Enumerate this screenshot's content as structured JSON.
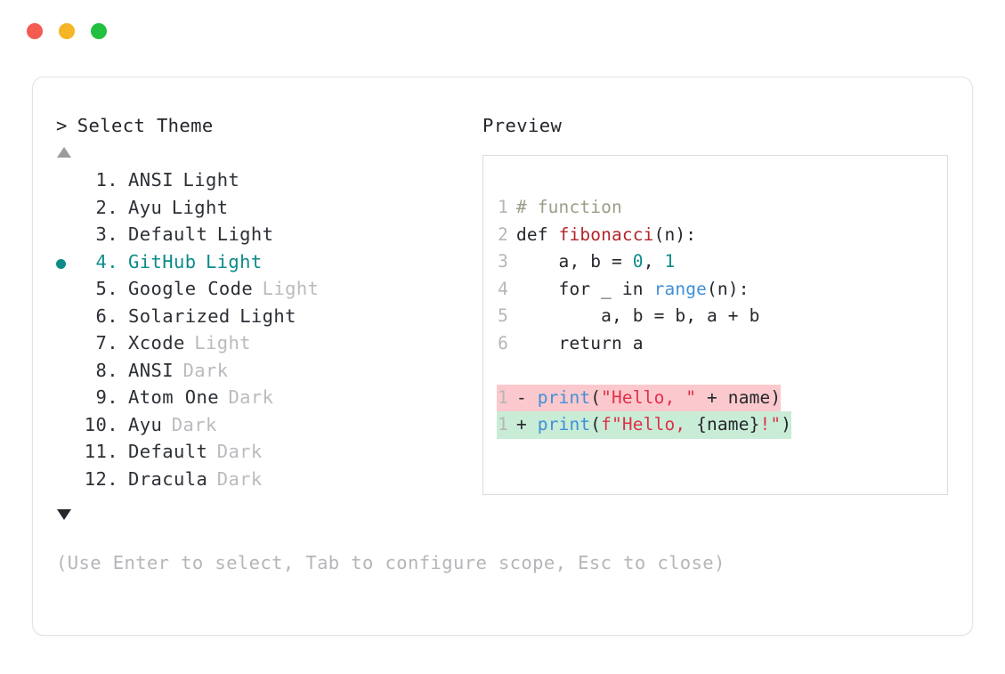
{
  "window": {
    "traffic_lights": [
      {
        "name": "close",
        "color": "#f45b51"
      },
      {
        "name": "minimize",
        "color": "#f5b524"
      },
      {
        "name": "maximize",
        "color": "#22c03f"
      }
    ]
  },
  "colors": {
    "accent_teal": "#0d8b8b",
    "text": "#24272c",
    "dim": "#b9bbbe",
    "border": "#e2e2e4",
    "diff_delete_bg": "#fbc9cd",
    "diff_add_bg": "#c9ecd6"
  },
  "left": {
    "prompt_caret": ">",
    "prompt_title": "Select Theme",
    "scroll_up_icon": "triangle-up-icon",
    "scroll_down_icon": "triangle-down-icon",
    "selected_index": 4,
    "items": [
      {
        "index": "1.",
        "name": "ANSI",
        "suffix": "Light",
        "suffix_dim": false,
        "selected": false
      },
      {
        "index": "2.",
        "name": "Ayu",
        "suffix": "Light",
        "suffix_dim": false,
        "selected": false
      },
      {
        "index": "3.",
        "name": "Default",
        "suffix": "Light",
        "suffix_dim": false,
        "selected": false
      },
      {
        "index": "4.",
        "name": "GitHub",
        "suffix": "Light",
        "suffix_dim": false,
        "selected": true
      },
      {
        "index": "5.",
        "name": "Google Code",
        "suffix": "Light",
        "suffix_dim": true,
        "selected": false
      },
      {
        "index": "6.",
        "name": "Solarized",
        "suffix": "Light",
        "suffix_dim": false,
        "selected": false
      },
      {
        "index": "7.",
        "name": "Xcode",
        "suffix": "Light",
        "suffix_dim": true,
        "selected": false
      },
      {
        "index": "8.",
        "name": "ANSI",
        "suffix": "Dark",
        "suffix_dim": true,
        "selected": false
      },
      {
        "index": "9.",
        "name": "Atom One",
        "suffix": "Dark",
        "suffix_dim": true,
        "selected": false
      },
      {
        "index": "10.",
        "name": "Ayu",
        "suffix": "Dark",
        "suffix_dim": true,
        "selected": false
      },
      {
        "index": "11.",
        "name": "Default",
        "suffix": "Dark",
        "suffix_dim": true,
        "selected": false
      },
      {
        "index": "12.",
        "name": "Dracula",
        "suffix": "Dark",
        "suffix_dim": true,
        "selected": false
      }
    ],
    "hint": "(Use Enter to select, Tab to configure scope, Esc to close)"
  },
  "right": {
    "preview_label": "Preview",
    "code_lines": [
      {
        "n": "1",
        "tokens": [
          {
            "t": "# function",
            "c": "comment"
          }
        ]
      },
      {
        "n": "2",
        "tokens": [
          {
            "t": "def ",
            "c": "kw"
          },
          {
            "t": "fibonacci",
            "c": "fn"
          },
          {
            "t": "(n):",
            "c": "plain"
          }
        ]
      },
      {
        "n": "3",
        "tokens": [
          {
            "t": "    a, b = ",
            "c": "plain"
          },
          {
            "t": "0",
            "c": "num"
          },
          {
            "t": ", ",
            "c": "plain"
          },
          {
            "t": "1",
            "c": "num"
          }
        ]
      },
      {
        "n": "4",
        "tokens": [
          {
            "t": "    for _ in ",
            "c": "plain"
          },
          {
            "t": "range",
            "c": "builtin"
          },
          {
            "t": "(n):",
            "c": "plain"
          }
        ]
      },
      {
        "n": "5",
        "tokens": [
          {
            "t": "        a, b = b, a + b",
            "c": "plain"
          }
        ]
      },
      {
        "n": "6",
        "tokens": [
          {
            "t": "    return a",
            "c": "plain"
          }
        ]
      }
    ],
    "diff_lines": [
      {
        "n": "1",
        "kind": "delete",
        "sign": "-",
        "tokens": [
          {
            "t": "print",
            "c": "callblue"
          },
          {
            "t": "(",
            "c": "plain"
          },
          {
            "t": "\"Hello, \"",
            "c": "string"
          },
          {
            "t": " + name)",
            "c": "plain"
          }
        ]
      },
      {
        "n": "1",
        "kind": "add",
        "sign": "+",
        "tokens": [
          {
            "t": "print",
            "c": "callblue"
          },
          {
            "t": "(",
            "c": "plain"
          },
          {
            "t": "f\"Hello, ",
            "c": "string"
          },
          {
            "t": "{name}",
            "c": "plain"
          },
          {
            "t": "!\"",
            "c": "string"
          },
          {
            "t": ")",
            "c": "plain"
          }
        ]
      }
    ]
  }
}
